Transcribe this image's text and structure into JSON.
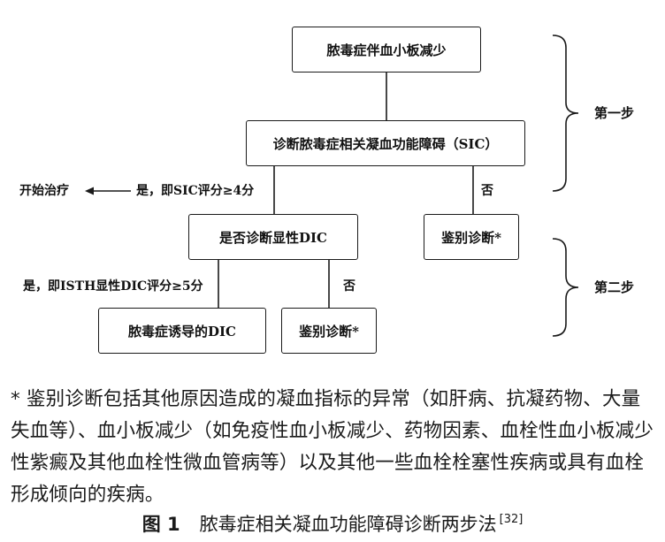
{
  "flowchart": {
    "nodes": {
      "sepsis": "脓毒症伴血小板减少",
      "sic": "诊断脓毒症相关凝血功能障碍（SIC）",
      "overt_dic": "是否诊断显性DIC",
      "differential_1": "鉴别诊断*",
      "sepsis_dic": "脓毒症诱导的DIC",
      "differential_2": "鉴别诊断*"
    },
    "edges": {
      "sic_yes": "是，即SIC评分≥4分",
      "start_treatment": "开始治疗",
      "sic_no": "否",
      "isth_yes": "是，即ISTH显性DIC评分≥5分",
      "isth_no": "否"
    },
    "steps": {
      "step1": "第一步",
      "step2": "第二步"
    }
  },
  "footnote": "* 鉴别诊断包括其他原因造成的凝血指标的异常（如肝病、抗凝药物、大量失血等）、血小板减少（如免疫性血小板减少、药物因素、血栓性血小板减少性紫癜及其他血栓性微血管病等）以及其他一些血栓栓塞性疾病或具有血栓形成倾向的疾病。",
  "caption": {
    "figure_number": "图 1",
    "title": "脓毒症相关凝血功能障碍诊断两步法",
    "reference": "[32]"
  }
}
